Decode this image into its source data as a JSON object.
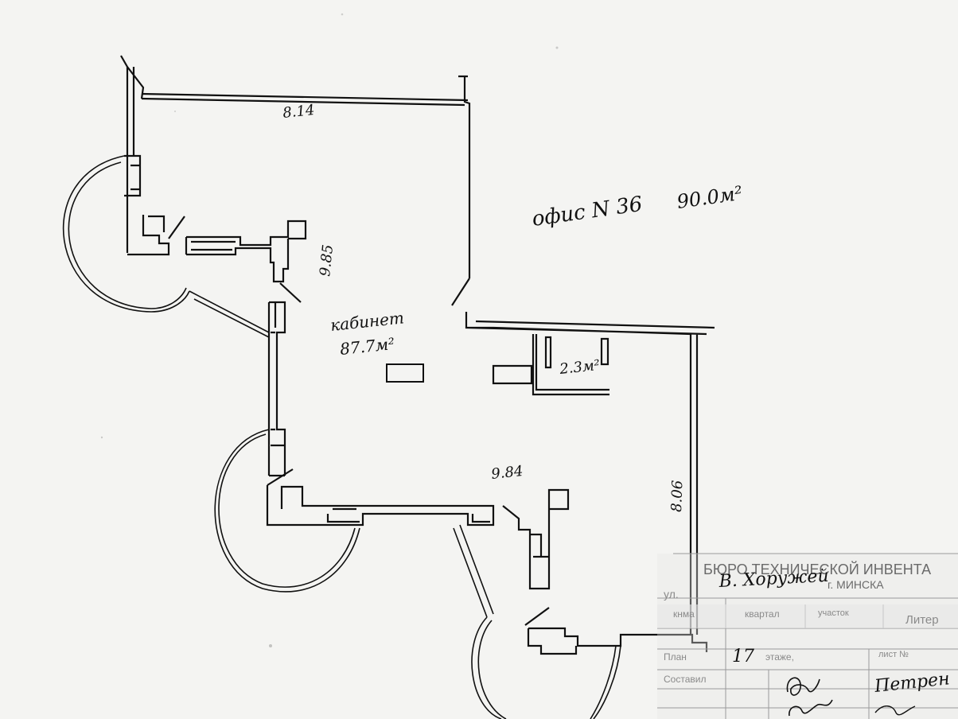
{
  "plan": {
    "office_label": "офис N 36",
    "office_area": "90.0м²",
    "cabinet_label": "кабинет",
    "cabinet_area": "87.7м²",
    "small_room_area": "2.3м²",
    "dimensions": {
      "top": "8.14",
      "left_wall": "9.85",
      "bottom_mid": "9.84",
      "right_wall": "8.06"
    }
  },
  "stamp": {
    "title_line1": "БЮРО ТЕХНИЧЕСКОЙ ИНВЕНТА",
    "title_line2": "г. МИНСКА",
    "street_label": "ул.",
    "street_value": "В. Хоружей",
    "col_block": "квартал",
    "col_plot": "участок",
    "col_litera": "Литер",
    "col_first": "кнма",
    "plan_label": "План",
    "floor_label": "этаже,",
    "floor_value": "17",
    "sheet_label": "лист №",
    "compiled_label": "Составил",
    "signature_text": "Петрен"
  }
}
